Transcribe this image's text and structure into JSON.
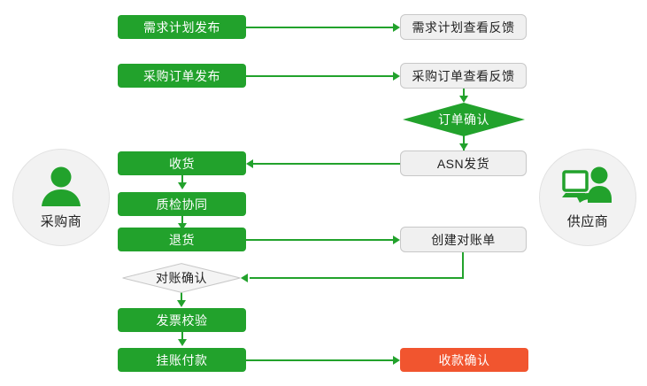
{
  "theme": {
    "green": "#22a22c",
    "red": "#f1552f",
    "gray_fill": "#f0f0f0",
    "gray_border": "#c8c8c8",
    "circle_fill": "#f2f2f2",
    "text_light": "#ffffff",
    "text_dark": "#222222",
    "background": "#ffffff"
  },
  "actors": {
    "left": {
      "label": "采购商",
      "icon": "person-icon"
    },
    "right": {
      "label": "供应商",
      "icon": "person-at-computer-icon"
    }
  },
  "nodes": {
    "demand_plan_publish": {
      "label": "需求计划发布",
      "style": "green",
      "shape": "rect"
    },
    "demand_plan_feedback": {
      "label": "需求计划查看反馈",
      "style": "gray",
      "shape": "rect"
    },
    "purchase_order_publish": {
      "label": "采购订单发布",
      "style": "green",
      "shape": "rect"
    },
    "purchase_order_feedback": {
      "label": "采购订单查看反馈",
      "style": "gray",
      "shape": "rect"
    },
    "order_confirm": {
      "label": "订单确认",
      "style": "green",
      "shape": "diamond"
    },
    "asn_shipment": {
      "label": "ASN发货",
      "style": "gray",
      "shape": "rect"
    },
    "receive_goods": {
      "label": "收货",
      "style": "green",
      "shape": "rect"
    },
    "quality_inspection": {
      "label": "质检协同",
      "style": "green",
      "shape": "rect"
    },
    "return_goods": {
      "label": "退货",
      "style": "green",
      "shape": "rect"
    },
    "create_statement": {
      "label": "创建对账单",
      "style": "gray",
      "shape": "rect"
    },
    "statement_confirm": {
      "label": "对账确认",
      "style": "white",
      "shape": "diamond"
    },
    "invoice_verify": {
      "label": "发票校验",
      "style": "green",
      "shape": "rect"
    },
    "pending_payment": {
      "label": "挂账付款",
      "style": "green",
      "shape": "rect"
    },
    "payment_confirm": {
      "label": "收款确认",
      "style": "red",
      "shape": "rect"
    }
  },
  "edges": [
    {
      "from": "demand_plan_publish",
      "to": "demand_plan_feedback",
      "direction": "right"
    },
    {
      "from": "purchase_order_publish",
      "to": "purchase_order_feedback",
      "direction": "right"
    },
    {
      "from": "purchase_order_feedback",
      "to": "order_confirm",
      "direction": "down"
    },
    {
      "from": "order_confirm",
      "to": "asn_shipment",
      "direction": "down"
    },
    {
      "from": "asn_shipment",
      "to": "receive_goods",
      "direction": "left"
    },
    {
      "from": "receive_goods",
      "to": "quality_inspection",
      "direction": "down"
    },
    {
      "from": "quality_inspection",
      "to": "return_goods",
      "direction": "down"
    },
    {
      "from": "return_goods",
      "to": "create_statement",
      "direction": "right"
    },
    {
      "from": "create_statement",
      "to": "statement_confirm",
      "direction": "left"
    },
    {
      "from": "statement_confirm",
      "to": "invoice_verify",
      "direction": "down"
    },
    {
      "from": "invoice_verify",
      "to": "pending_payment",
      "direction": "down"
    },
    {
      "from": "pending_payment",
      "to": "payment_confirm",
      "direction": "right"
    }
  ]
}
